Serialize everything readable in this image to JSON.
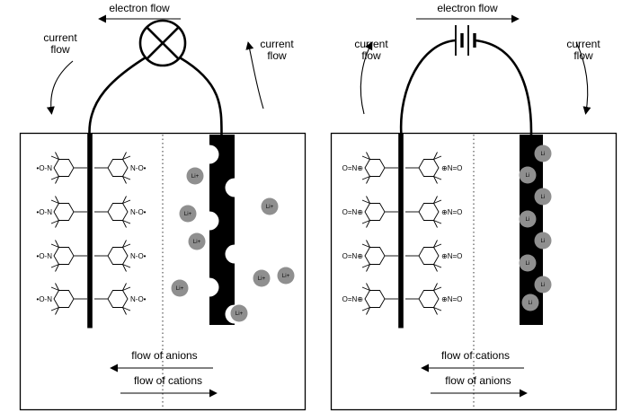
{
  "colors": {
    "ink": "#000000",
    "ion_fill": "#8f8f8f"
  },
  "left_panel": {
    "device_icon": "lamp-load-icon",
    "electron_flow_label": "electron flow",
    "current_flow_left": {
      "line1": "current",
      "line2": "flow"
    },
    "current_flow_right": {
      "line1": "current",
      "line2": "flow"
    },
    "flow_row1": "flow of anions",
    "flow_row2": "flow of cations",
    "ion_label": "Li+",
    "chem_left_group": "•O-N",
    "chem_right_group": "N-O•"
  },
  "right_panel": {
    "device_icon": "battery-charger-icon",
    "electron_flow_label": "electron flow",
    "current_flow_left": {
      "line1": "current",
      "line2": "flow"
    },
    "current_flow_right": {
      "line1": "current",
      "line2": "flow"
    },
    "flow_row1": "flow of cations",
    "flow_row2": "flow of anions",
    "ion_label": "Li",
    "chem_left_group": "O=N⊕",
    "chem_right_group": "⊕N=O"
  }
}
